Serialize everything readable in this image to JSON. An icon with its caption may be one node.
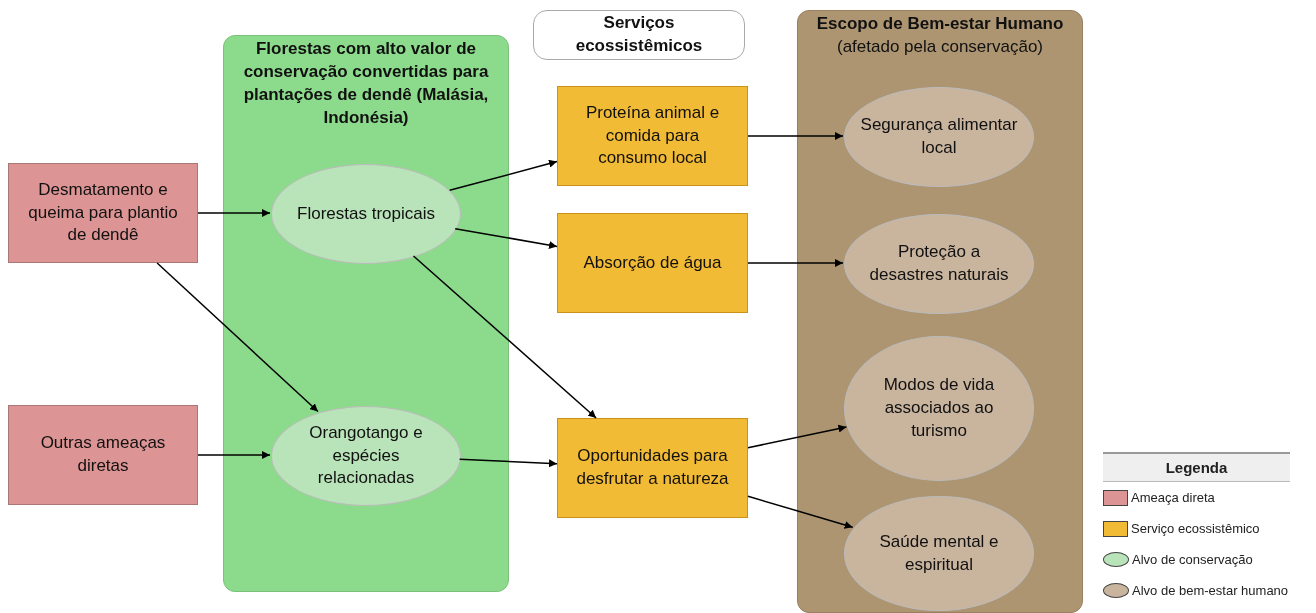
{
  "diagram": {
    "nodes": [
      {
        "text": [
          "Desmatamento e queima para plantio de dendê"
        ]
      },
      {
        "text": [
          "Outras ameaças diretas"
        ]
      },
      {
        "text": [
          "Florestas com alto valor de conservação convertidas para plantações de dendê (Malásia, Indonésia)"
        ]
      },
      {
        "text": [
          "Florestas tropicais"
        ],
        "in": 2
      },
      {
        "text": [
          "Orangotango e espécies relacionadas"
        ],
        "in": 2
      },
      {
        "text": [
          "Serviços ecossistêmicos"
        ]
      },
      {
        "text": [
          "Proteína animal e comida para consumo local"
        ]
      },
      {
        "text": [
          "Absorção de água"
        ]
      },
      {
        "text": [
          "Oportunidades para desfrutar a natureza"
        ]
      },
      {
        "text": [
          "**Escopo de Bem-estar Humano** (afetado pela conservação)"
        ]
      },
      {
        "text": [
          "Segurança alimentar local"
        ],
        "in": 9
      },
      {
        "text": [
          "Proteção a desastres naturais"
        ],
        "in": 9
      },
      {
        "text": [
          "Modos de vida associados ao turismo"
        ],
        "in": 9
      },
      {
        "text": [
          "Saúde mental e espiritual"
        ],
        "in": 9
      }
    ],
    "edges": [
      {
        "from": 0,
        "to": 3,
        "arrow": "to"
      },
      {
        "from": 0,
        "to": 4,
        "arrow": "to"
      },
      {
        "from": 1,
        "to": 4,
        "arrow": "to"
      },
      {
        "from": 3,
        "to": 6,
        "arrow": "to"
      },
      {
        "from": 3,
        "to": 7,
        "arrow": "to"
      },
      {
        "from": 3,
        "to": 8,
        "arrow": "to"
      },
      {
        "from": 4,
        "to": 8,
        "arrow": "to"
      },
      {
        "from": 6,
        "to": 10,
        "arrow": "to"
      },
      {
        "from": 7,
        "to": 11,
        "arrow": "to"
      },
      {
        "from": 8,
        "to": 12,
        "arrow": "to"
      },
      {
        "from": 8,
        "to": 13,
        "arrow": "to"
      }
    ],
    "labels": [
      "Legenda"
    ],
    "legend": [
      {
        "text": "Ameaça direta",
        "color": "#dc9494"
      },
      {
        "text": "Serviço ecossistêmico",
        "color": "#f2bb35"
      },
      {
        "text": "Alvo de conservação",
        "color": "#b9e3b8"
      },
      {
        "text": "Alvo de bem-estar humano",
        "color": "#c9b49e"
      }
    ]
  }
}
